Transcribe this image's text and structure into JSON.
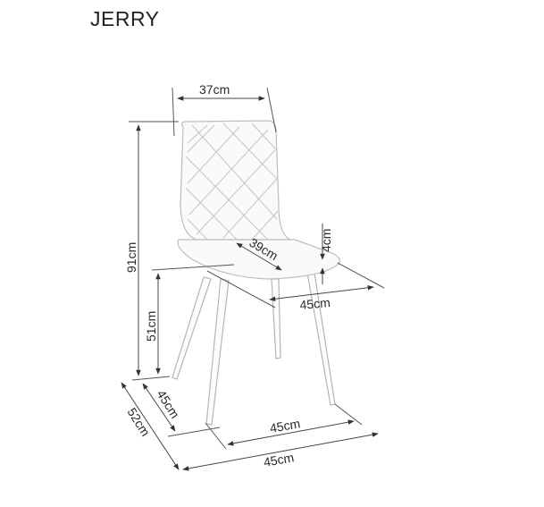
{
  "title": "JERRY",
  "dimensions": {
    "backrest_width": "37cm",
    "total_height": "91cm",
    "seat_height": "51cm",
    "seat_depth": "39cm",
    "seat_thickness": "4cm",
    "seat_width": "45cm",
    "leg_depth": "45cm",
    "overall_depth": "52cm",
    "leg_width": "45cm",
    "overall_width": "45cm"
  },
  "colors": {
    "line": "#444444",
    "chair_outline": "#bdbdbd",
    "background": "#ffffff"
  }
}
